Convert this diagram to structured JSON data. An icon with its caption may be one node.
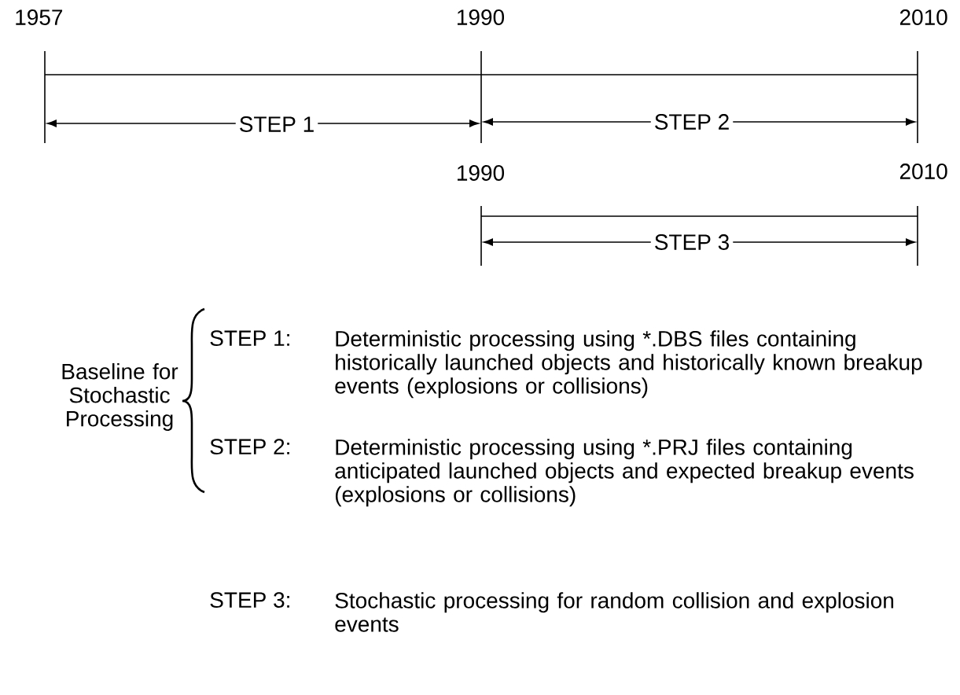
{
  "diagram": {
    "labels": [
      "1957",
      "1990",
      "2010",
      "STEP 1",
      "STEP 2",
      "1990",
      "2010",
      "STEP 3",
      "Baseline for Stochastic Processing",
      "STEP 1:",
      "Deterministic processing using *.DBS files containing historically launched objects and historically known breakup events (explosions or collisions)",
      "STEP 2:",
      "Deterministic processing using *.PRJ files containing anticipated launched objects and expected breakup events (explosions or collisions)",
      "STEP 3:",
      "Stochastic processing for random collision and explosion events"
    ]
  }
}
